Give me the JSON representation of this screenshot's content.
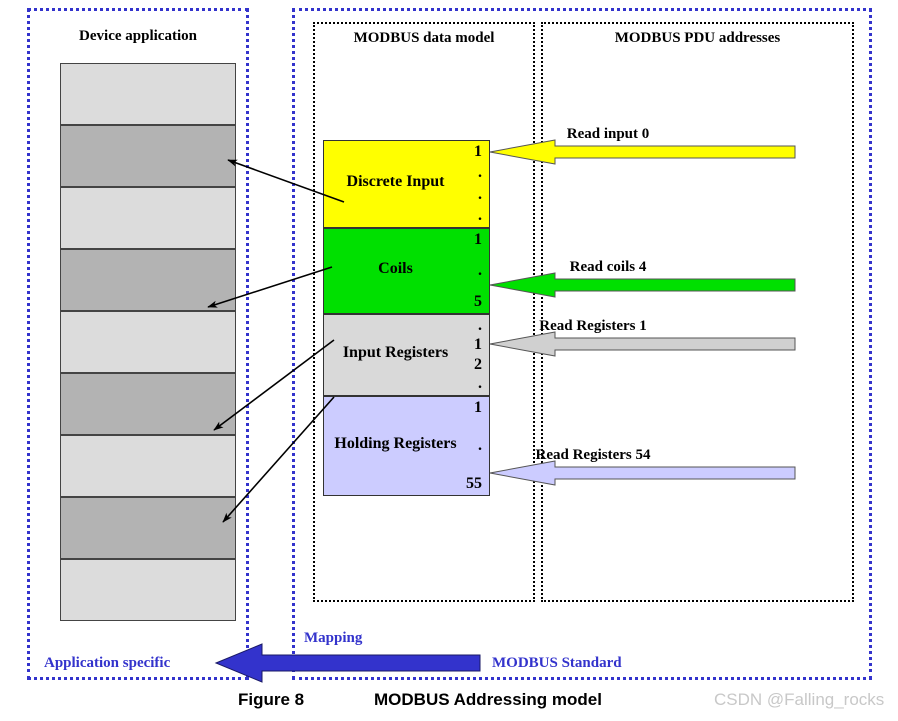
{
  "figure": {
    "caption_number": "Figure 8",
    "caption_title": "MODBUS Addressing model",
    "watermark": "CSDN @Falling_rocks"
  },
  "panels": {
    "device_application": {
      "title": "Device application"
    },
    "modbus_data_model": {
      "title": "MODBUS data model"
    },
    "modbus_pdu_addresses": {
      "title": "MODBUS PDU addresses"
    }
  },
  "device_stack": {
    "bars": [
      {
        "shade": "light"
      },
      {
        "shade": "dark"
      },
      {
        "shade": "light"
      },
      {
        "shade": "dark"
      },
      {
        "shade": "light"
      },
      {
        "shade": "dark"
      },
      {
        "shade": "light"
      },
      {
        "shade": "dark"
      },
      {
        "shade": "light"
      }
    ],
    "light_color": "#dcdcdc",
    "dark_color": "#b3b3b3"
  },
  "data_model_blocks": [
    {
      "label": "Discrete Input",
      "color": "#ffff00",
      "numbers": [
        "1",
        ".",
        ".",
        "."
      ]
    },
    {
      "label": "Coils",
      "color": "#00e000",
      "numbers": [
        "1",
        ".",
        "5"
      ]
    },
    {
      "label": "Input Registers",
      "color": "#d9d9d9",
      "numbers": [
        ".",
        "1",
        "2",
        "."
      ]
    },
    {
      "label": "Holding Registers",
      "color": "#ccccff",
      "numbers": [
        "1",
        ".",
        "55"
      ]
    }
  ],
  "read_arrows": [
    {
      "label": "Read input 0",
      "color": "#ffff00"
    },
    {
      "label": "Read coils 4",
      "color": "#00e000"
    },
    {
      "label": "Read Registers 1",
      "color": "#d0d0d0"
    },
    {
      "label": "Read Registers 54",
      "color": "#ccccff"
    }
  ],
  "mapping": {
    "mapping_label": "Mapping",
    "application_specific_label": "Application specific",
    "modbus_standard_label": "MODBUS Standard",
    "arrow_color": "#3333cc"
  }
}
